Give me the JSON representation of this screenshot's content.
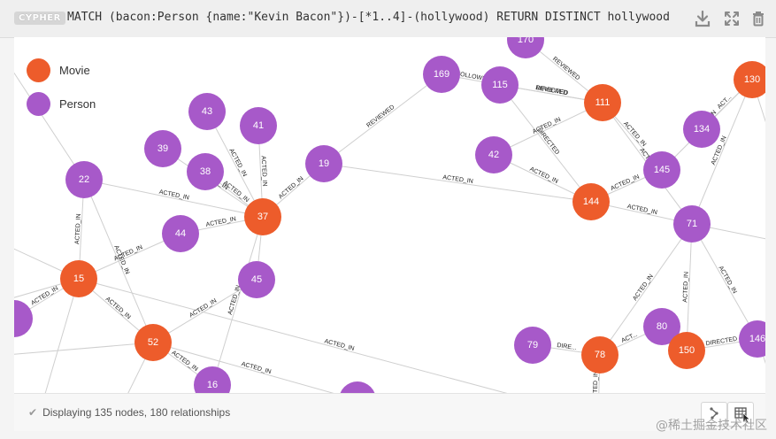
{
  "toolbar": {
    "badge": "CYPHER",
    "query": "MATCH (bacon:Person {name:\"Kevin Bacon\"})-[*1..4]-(hollywood) RETURN DISTINCT hollywood",
    "icons": [
      "download-icon",
      "expand-icon",
      "trash-icon"
    ]
  },
  "legend": [
    {
      "label": "Movie",
      "color": "#ed5c2b"
    },
    {
      "label": "Person",
      "color": "#a759c9"
    }
  ],
  "colors": {
    "movie": "#ed5c2b",
    "person": "#a759c9"
  },
  "nodes": [
    {
      "id": "170",
      "type": "person"
    },
    {
      "id": "169",
      "type": "person"
    },
    {
      "id": "115",
      "type": "person"
    },
    {
      "id": "111",
      "type": "movie"
    },
    {
      "id": "130",
      "type": "movie"
    },
    {
      "id": "43",
      "type": "person"
    },
    {
      "id": "41",
      "type": "person"
    },
    {
      "id": "39",
      "type": "person"
    },
    {
      "id": "38",
      "type": "person"
    },
    {
      "id": "22",
      "type": "person"
    },
    {
      "id": "19",
      "type": "person"
    },
    {
      "id": "42",
      "type": "person"
    },
    {
      "id": "134",
      "type": "person"
    },
    {
      "id": "145",
      "type": "person"
    },
    {
      "id": "37",
      "type": "movie"
    },
    {
      "id": "144",
      "type": "movie"
    },
    {
      "id": "71",
      "type": "person"
    },
    {
      "id": "44",
      "type": "person"
    },
    {
      "id": "15",
      "type": "movie"
    },
    {
      "id": "45",
      "type": "person"
    },
    {
      "id": "52",
      "type": "movie"
    },
    {
      "id": "80",
      "type": "person"
    },
    {
      "id": "79",
      "type": "person"
    },
    {
      "id": "78",
      "type": "movie"
    },
    {
      "id": "150",
      "type": "movie"
    },
    {
      "id": "146",
      "type": "person"
    },
    {
      "id": "16",
      "type": "person"
    },
    {
      "id": "",
      "type": "person"
    },
    {
      "id": "",
      "type": "person"
    },
    {
      "id": "",
      "type": "person"
    }
  ],
  "edges": [
    {
      "from": 1,
      "to": 2,
      "label": "FOLLOWS"
    },
    {
      "from": 0,
      "to": 3,
      "label": "REVIEWED"
    },
    {
      "from": 2,
      "to": 3,
      "label": "REVIEWED"
    },
    {
      "from": 2,
      "to": 3,
      "label": "DIRECTED"
    },
    {
      "from": 2,
      "to": 15,
      "label": "DIRECTED"
    },
    {
      "from": 11,
      "to": 3,
      "label": "ACTED_IN"
    },
    {
      "from": 11,
      "to": 15,
      "label": "ACTED_IN"
    },
    {
      "from": 10,
      "to": 1,
      "label": "REVIEWED"
    },
    {
      "from": 10,
      "to": 15,
      "label": "ACTED_IN"
    },
    {
      "from": 10,
      "to": 14,
      "label": "ACTED_IN"
    },
    {
      "from": 5,
      "to": 14,
      "label": "ACTED_IN"
    },
    {
      "from": 6,
      "to": 14,
      "label": "ACTED_IN"
    },
    {
      "from": 8,
      "to": 14,
      "label": "ACTED_IN"
    },
    {
      "from": 7,
      "to": 14,
      "label": "ACTED_IN"
    },
    {
      "from": 9,
      "to": 14,
      "label": "ACTED_IN"
    },
    {
      "from": 17,
      "to": 14,
      "label": "ACTED_IN"
    },
    {
      "from": 17,
      "to": 18,
      "label": "ACTED_IN"
    },
    {
      "from": 9,
      "to": 18,
      "label": "ACTED_IN"
    },
    {
      "from": 9,
      "to": 20,
      "label": "ACTED_IN"
    },
    {
      "from": 19,
      "to": 14,
      "label": ""
    },
    {
      "from": 19,
      "to": 20,
      "label": "ACTED_IN"
    },
    {
      "from": 26,
      "to": 14,
      "label": "ACTED_IN"
    },
    {
      "from": 18,
      "to": 20,
      "label": "ACTED_IN"
    },
    {
      "from": 26,
      "to": 20,
      "label": "ACTED_IN"
    },
    {
      "from": 27,
      "to": 18,
      "label": "ACTED_IN"
    },
    {
      "from": 28,
      "to": 20,
      "label": "ACTED_IN"
    },
    {
      "from": 13,
      "to": 15,
      "label": "ACTED_IN"
    },
    {
      "from": 13,
      "to": 4,
      "label": "ACTED_IN"
    },
    {
      "from": 12,
      "to": 4,
      "label": "ACT..."
    },
    {
      "from": 16,
      "to": 15,
      "label": "ACTED_IN"
    },
    {
      "from": 16,
      "to": 4,
      "label": "ACTED_IN"
    },
    {
      "from": 16,
      "to": 3,
      "label": "ACTED_IN"
    },
    {
      "from": 16,
      "to": 24,
      "label": "ACTED_IN"
    },
    {
      "from": 16,
      "to": 23,
      "label": "ACTED_IN"
    },
    {
      "from": 16,
      "to": 25,
      "label": "ACTED_IN"
    },
    {
      "from": 21,
      "to": 24,
      "label": "ACTED_IN"
    },
    {
      "from": 21,
      "to": 23,
      "label": "ACT..."
    },
    {
      "from": 22,
      "to": 23,
      "label": "DIRE..."
    },
    {
      "from": 25,
      "to": 24,
      "label": "DIRECTED"
    },
    {
      "from": 13,
      "to": 3,
      "label": "ACTED_IN"
    },
    {
      "from": 29,
      "to": 23,
      "label": "ACTED_IN"
    },
    {
      "from": 18,
      "to": 29,
      "label": "ACTED_IN"
    }
  ],
  "footer": {
    "status": "Displaying 135 nodes, 180 relationships",
    "buttons": [
      "graph-view-button",
      "table-view-button"
    ]
  },
  "watermark": "@稀土掘金技术社区"
}
